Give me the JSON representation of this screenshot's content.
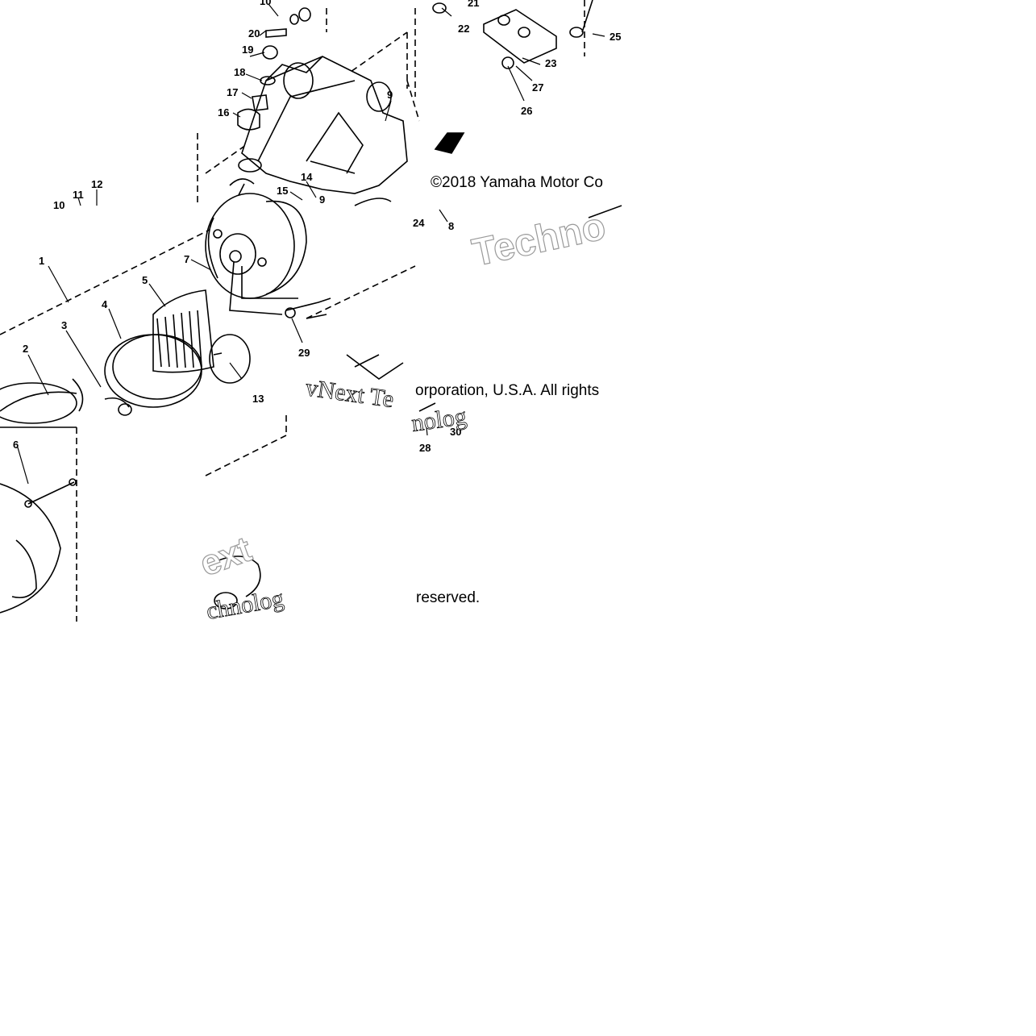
{
  "copyright": {
    "line1": "©2018 Yamaha Motor Co",
    "line2": "orporation, U.S.A. All rights",
    "line3": "reserved."
  },
  "watermarks": {
    "w1": "Techno",
    "w2": "vNext Te",
    "w3": "ext",
    "w4": "chnolog",
    "w5": "nolog"
  },
  "callouts": [
    "1",
    "2",
    "3",
    "4",
    "5",
    "6",
    "7",
    "8",
    "9",
    "10",
    "11",
    "12",
    "13",
    "14",
    "15",
    "16",
    "17",
    "18",
    "19",
    "20",
    "21",
    "22",
    "23",
    "24",
    "25",
    "26",
    "27",
    "28",
    "29",
    "30"
  ],
  "colors": {
    "ink": "#000000",
    "watermark_outline": "#9a9a9a",
    "background": "#ffffff"
  }
}
